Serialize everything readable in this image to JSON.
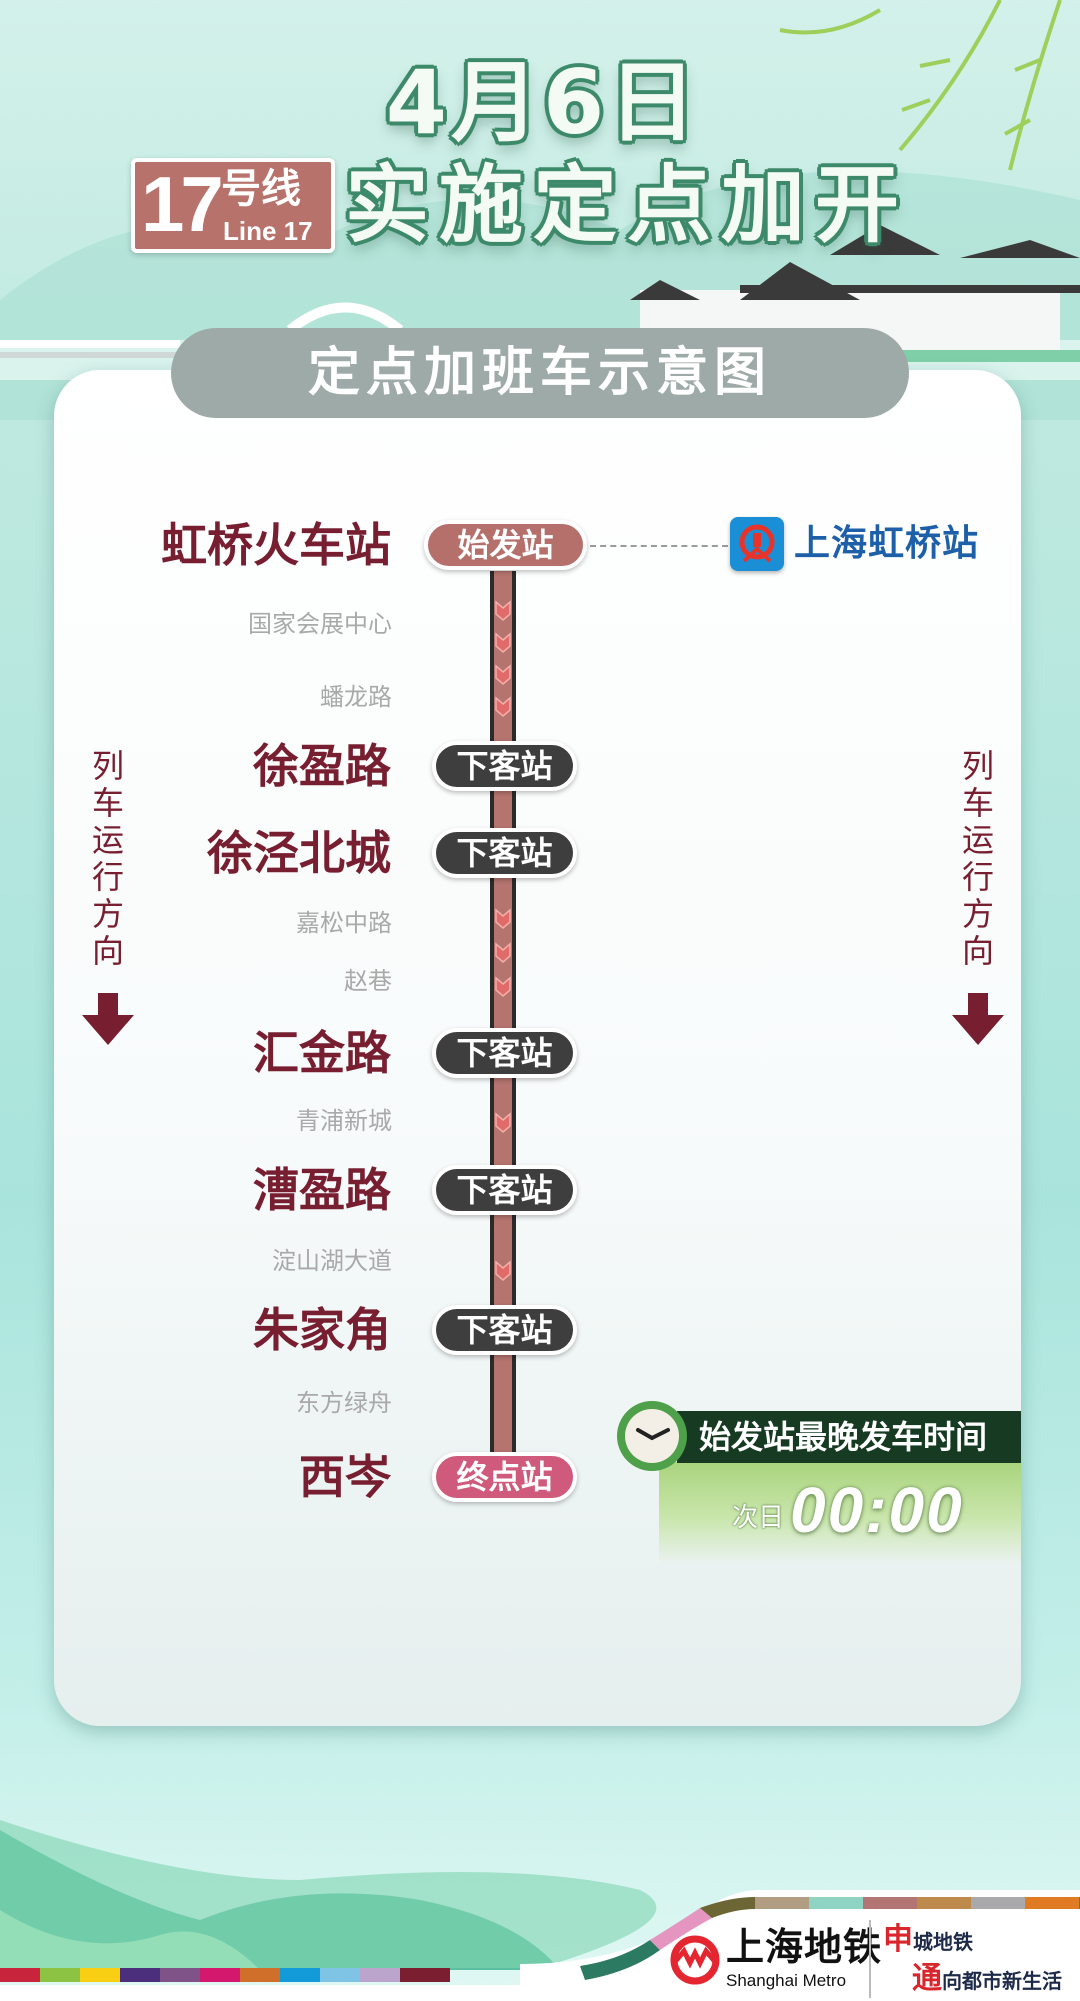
{
  "header": {
    "date": "4月6日",
    "headline": "实施定点加开",
    "line_badge": {
      "number": "17",
      "suffix": "号线",
      "english": "Line 17"
    },
    "diagram_title": "定点加班车示意图"
  },
  "stations": [
    {
      "name": "虹桥火车站",
      "major": true,
      "badge": "始发站",
      "badge_type": "start"
    },
    {
      "name": "国家会展中心",
      "major": false
    },
    {
      "name": "蟠龙路",
      "major": false
    },
    {
      "name": "徐盈路",
      "major": true,
      "badge": "下客站",
      "badge_type": "drop"
    },
    {
      "name": "徐泾北城",
      "major": true,
      "badge": "下客站",
      "badge_type": "drop"
    },
    {
      "name": "嘉松中路",
      "major": false
    },
    {
      "name": "赵巷",
      "major": false
    },
    {
      "name": "汇金路",
      "major": true,
      "badge": "下客站",
      "badge_type": "drop"
    },
    {
      "name": "青浦新城",
      "major": false
    },
    {
      "name": "漕盈路",
      "major": true,
      "badge": "下客站",
      "badge_type": "drop"
    },
    {
      "name": "淀山湖大道",
      "major": false
    },
    {
      "name": "朱家角",
      "major": true,
      "badge": "下客站",
      "badge_type": "drop"
    },
    {
      "name": "东方绿舟",
      "major": false
    },
    {
      "name": "西岑",
      "major": true,
      "badge": "终点站",
      "badge_type": "end"
    }
  ],
  "transfer": {
    "name": "上海虹桥站",
    "icon": "railway-icon"
  },
  "direction_label": "列车运行方向",
  "last_departure": {
    "label": "始发站最晚发车时间",
    "day": "次日",
    "time": "00:00"
  },
  "footer": {
    "metro_cn": "上海地铁",
    "metro_en": "Shanghai Metro",
    "slogan_line1_first": "申",
    "slogan_line1_rest": "城地铁",
    "slogan_line2_first": "通",
    "slogan_line2_rest": "向都市新生活"
  },
  "colors": {
    "line17": "#b5756e",
    "station_text": "#771f31",
    "drop_badge": "#3e3e3e",
    "start_badge": "#b5706c",
    "end_badge": "#cf5a7c",
    "stripe_left": [
      "#c8243c",
      "#8cc342",
      "#f8cf12",
      "#4b2e7c",
      "#7f5388",
      "#d4186e",
      "#cf6f2a",
      "#129bd8",
      "#7fc4e4",
      "#bba5cc",
      "#7b1e30"
    ],
    "stripe_right": [
      "#2c7a62",
      "#e596c0",
      "#6b6633",
      "#b09d82",
      "#8fd4c2",
      "#b27574",
      "#bd8a4c",
      "#a9a9ab",
      "#e07b24",
      "#2f8a80"
    ]
  }
}
